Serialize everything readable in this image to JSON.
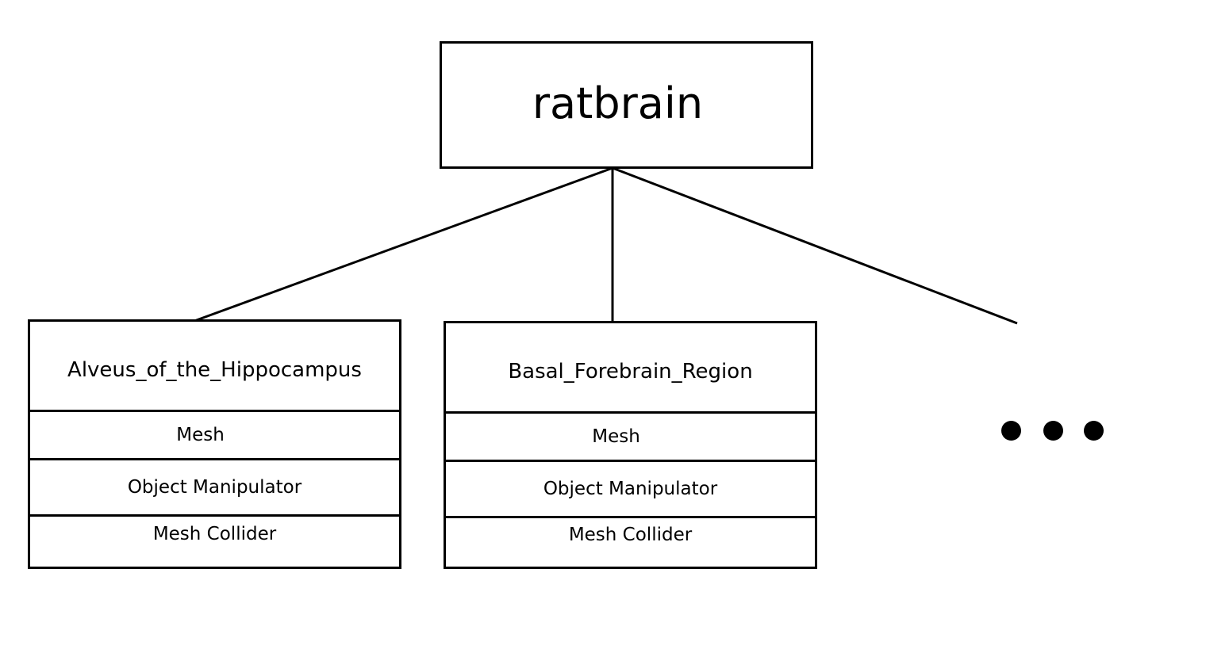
{
  "diagram": {
    "root": {
      "label": "ratbrain"
    },
    "children": [
      {
        "title": "Alveus_of_the_Hippocampus",
        "components": [
          "Mesh",
          "Object Manipulator",
          "Mesh Collider"
        ]
      },
      {
        "title": "Basal_Forebrain_Region",
        "components": [
          "Mesh",
          "Object Manipulator",
          "Mesh Collider"
        ]
      }
    ],
    "more_indicator": "ellipsis-dots",
    "colors": {
      "stroke": "#000000",
      "background": "#ffffff"
    }
  }
}
